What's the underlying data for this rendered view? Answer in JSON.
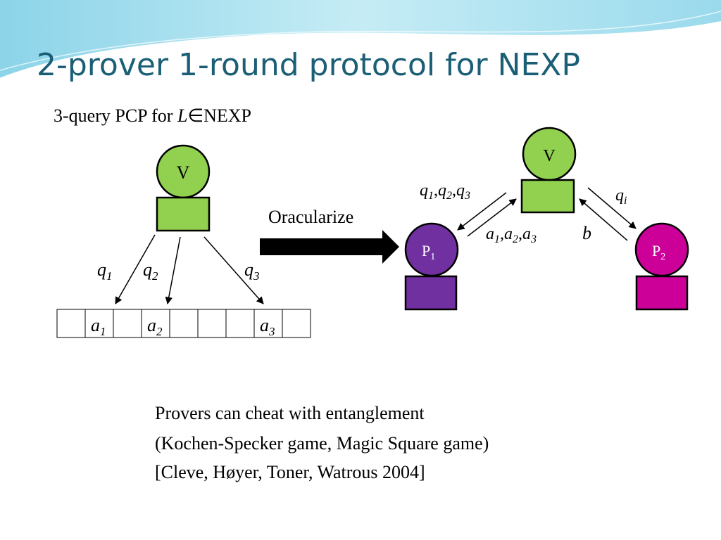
{
  "title": "2-prover 1-round protocol for NEXP",
  "subtitle": {
    "prefix": "3-query PCP for ",
    "lang": "L",
    "member": "∈NEXP"
  },
  "left_diagram": {
    "verifier_label": "V",
    "queries": [
      {
        "base": "q",
        "sub": "1"
      },
      {
        "base": "q",
        "sub": "2"
      },
      {
        "base": "q",
        "sub": "3"
      }
    ],
    "answers": [
      {
        "base": "a",
        "sub": "1"
      },
      {
        "base": "a",
        "sub": "2"
      },
      {
        "base": "a",
        "sub": "3"
      }
    ]
  },
  "transform_label": "Oracularize",
  "right_diagram": {
    "verifier_label": "V",
    "prover1": {
      "base": "P",
      "sub": "1"
    },
    "prover2": {
      "base": "P",
      "sub": "2"
    },
    "to_p1": [
      "q",
      "1",
      ",",
      "q",
      "2",
      ",",
      "q",
      "3"
    ],
    "from_p1": [
      "a",
      "1",
      ",",
      "a",
      "2",
      ",",
      "a",
      "3"
    ],
    "to_p2": {
      "base": "q",
      "sub": "i"
    },
    "from_p2": "b"
  },
  "note_lines": [
    "Provers can cheat with entanglement",
    "(Kochen-Specker game, Magic Square game)",
    "[Cleve, Høyer, Toner, Watrous 2004]"
  ],
  "colors": {
    "title": "#1b5f76",
    "verifier": "#92d050",
    "prover1": "#7030a0",
    "prover2": "#cc0099",
    "header_wave": "#9ddcec"
  }
}
